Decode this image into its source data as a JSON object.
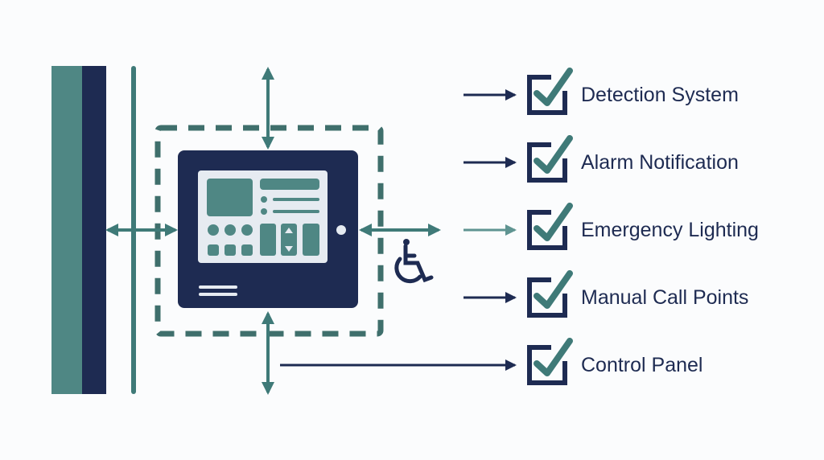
{
  "checklist": [
    {
      "label": "Detection System"
    },
    {
      "label": "Alarm Notification"
    },
    {
      "label": "Emergency Lighting"
    },
    {
      "label": "Manual Call Points"
    },
    {
      "label": "Control Panel"
    }
  ],
  "colors": {
    "navy": "#1e2b52",
    "teal": "#3f7a78",
    "screen": "#e6ebf1",
    "light_teal": "#5f9491"
  },
  "icons": [
    "wheelchair-accessibility-icon",
    "checkbox-checked-icon",
    "double-arrow-icon"
  ]
}
